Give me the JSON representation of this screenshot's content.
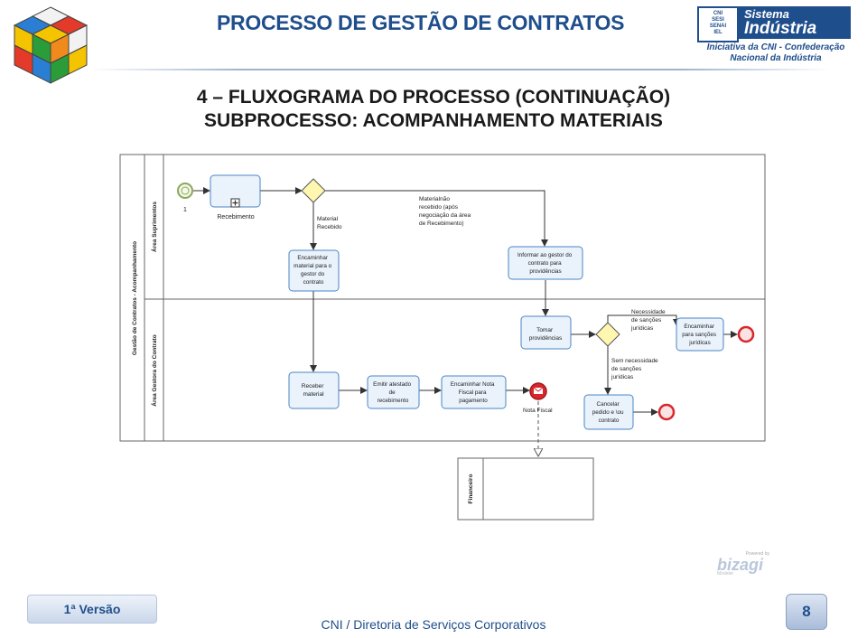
{
  "header": {
    "title": "PROCESSO DE GESTÃO DE CONTRATOS",
    "logo": {
      "box_lines": [
        "CNI",
        "SESI",
        "SENAI",
        "IEL"
      ],
      "sistema": "Sistema",
      "industria": "Indústria",
      "tagline_1": "Iniciativa da CNI - Confederação",
      "tagline_2": "Nacional da Indústria"
    }
  },
  "page_title": {
    "line_1": "4 – FLUXOGRAMA DO PROCESSO (CONTINUAÇÃO)",
    "line_2": "SUBPROCESSO: ACOMPANHAMENTO MATERIAIS"
  },
  "diagram": {
    "pool_label": "Gestão de Contratos - Acompanhamento",
    "lane_top": "Área Suprimentos",
    "lane_bottom": "Área Gestora do Contrato",
    "pool_financeiro": "Financeiro",
    "tasks": {
      "recebimento": "Recebimento",
      "encaminhar_material": [
        "Encaminhar",
        "material para o",
        "gestor do",
        "contrato"
      ],
      "informar_gestor": [
        "Informar ao gestor do",
        "contrato para",
        "providências"
      ],
      "tomar_providencias": [
        "Tomar",
        "providências"
      ],
      "encaminhar_sancoes": [
        "Encaminhar",
        "para sanções",
        "jurídicas"
      ],
      "receber_material": [
        "Receber",
        "material"
      ],
      "emitir_atestado": [
        "Emitir atestado",
        "de",
        "recebimento"
      ],
      "encaminhar_nota": [
        "Encaminhar Nota",
        "Fiscal para",
        "pagamento"
      ],
      "cancelar_pedido": [
        "Cancelar",
        "pedido e \\ou",
        "contrato"
      ]
    },
    "labels": {
      "start_number": "1",
      "material_recebido": [
        "Material",
        "Recebido"
      ],
      "material_nao_recebido": [
        "Materialnão",
        "recebido (após",
        "negociação da área",
        "de Recebimento)"
      ],
      "necessidade_sancoes": [
        "Necessidade",
        "de sanções",
        "jurídicas"
      ],
      "sem_necessidade": [
        "Sem necessidade",
        "de sanções",
        "jurídicas"
      ],
      "nota_fiscal": "Nota Fiscal"
    }
  },
  "branding": {
    "bizagi_powered": "Powered by",
    "bizagi_name": "bizagi",
    "bizagi_sub": "Modeler"
  },
  "footer": {
    "version": "1ª Versão",
    "text": "CNI / Diretoria de Serviços Corporativos",
    "page_number": "8"
  },
  "colors": {
    "title_blue": "#1f4e8c",
    "task_fill": "#eaf2fb",
    "task_stroke": "#4a86c5",
    "gateway_fill": "#fff7b0",
    "end_event": "#d8262c"
  }
}
